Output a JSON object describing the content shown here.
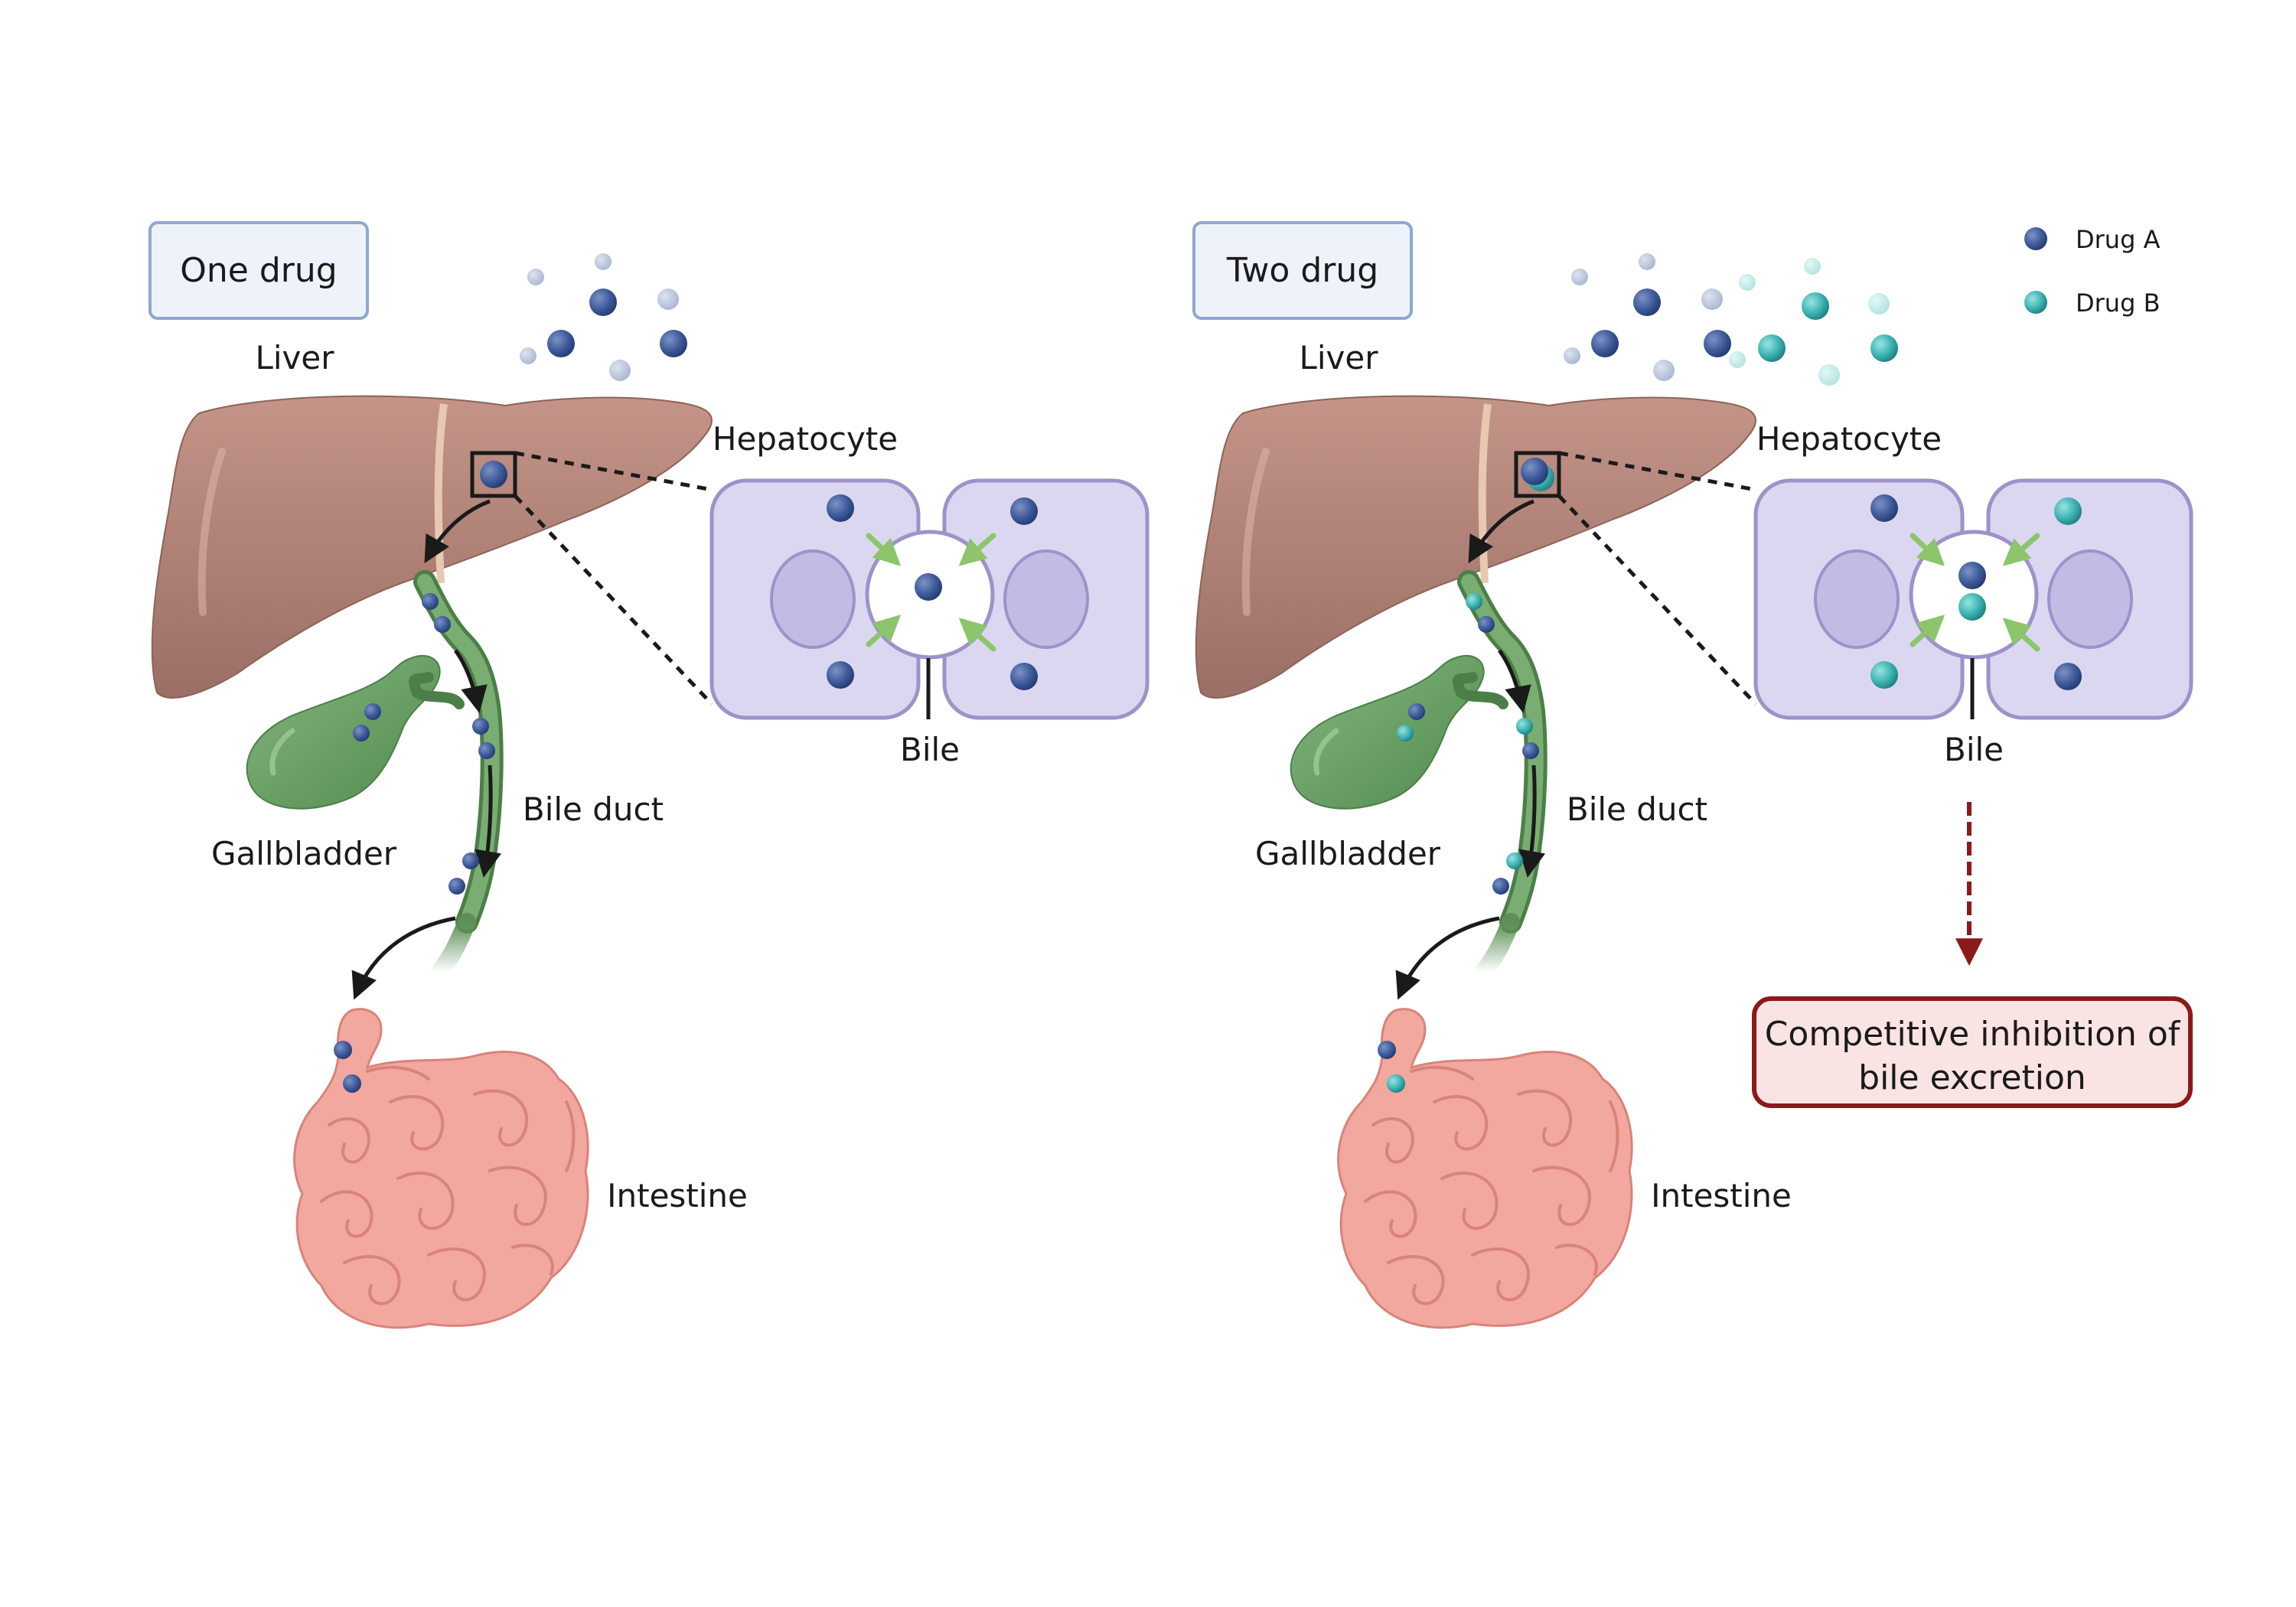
{
  "panels": {
    "one": {
      "title": "One drug",
      "liver": "Liver",
      "hepatocyte": "Hepatocyte",
      "bile": "Bile",
      "bile_duct": "Bile duct",
      "gallbladder": "Gallbladder",
      "intestine": "Intestine"
    },
    "two": {
      "title": "Two drug",
      "liver": "Liver",
      "hepatocyte": "Hepatocyte",
      "bile": "Bile",
      "bile_duct": "Bile duct",
      "gallbladder": "Gallbladder",
      "intestine": "Intestine"
    }
  },
  "legend": {
    "drug_a": "Drug A",
    "drug_b": "Drug B"
  },
  "result": {
    "line1": "Competitive inhibition of",
    "line2": "bile excretion"
  },
  "colors": {
    "drug_a": "#3e5a9a",
    "drug_b": "#3bb3b3",
    "liver": "#b5877c",
    "gallbladder": "#6fa06a",
    "intestine": "#f2a79f",
    "hepatocyte": "#dcd7f0",
    "result_border": "#8b1a1a",
    "result_fill": "#f9e3e3",
    "title_border": "#8fa7d0",
    "title_fill": "#eef3fb"
  },
  "icons": [
    "liver-icon",
    "gallbladder-icon",
    "intestine-icon",
    "hepatocyte-icon",
    "drug-molecule-icon"
  ]
}
